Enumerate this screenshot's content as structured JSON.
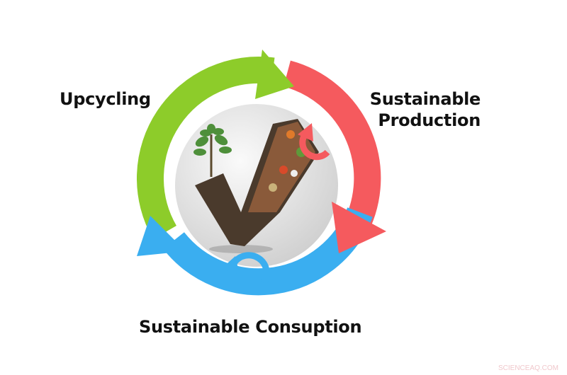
{
  "labels": {
    "upcycling": "Upcycling",
    "production_line1": "Sustainable",
    "production_line2": "Production",
    "consumption": "Sustainable Consuption"
  },
  "watermark": "SCIENCEAQ.COM",
  "colors": {
    "green": "#8dcc2a",
    "red": "#f55a5e",
    "blue": "#3aaef0",
    "sphere": "#e4e4e4",
    "soil": "#4a3a2c"
  },
  "icons": [
    "cycle-arrows",
    "sapling-icon",
    "compost-checkmark-icon"
  ]
}
